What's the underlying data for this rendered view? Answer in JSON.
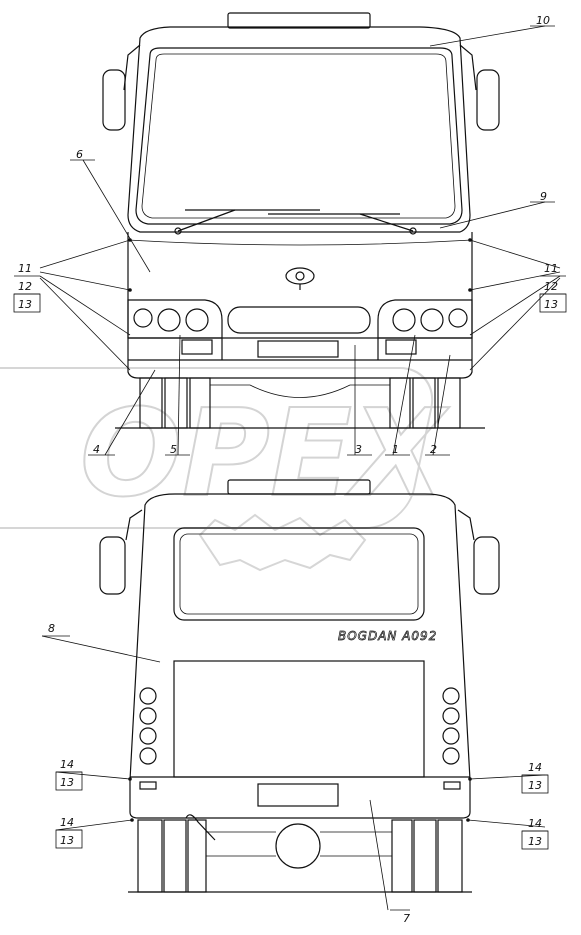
{
  "watermark": {
    "text": "OPEX"
  },
  "brand_text": "BOGDAN A092",
  "front_view": {
    "callouts": [
      {
        "id": "c1",
        "label": "1"
      },
      {
        "id": "c2",
        "label": "2"
      },
      {
        "id": "c3",
        "label": "3"
      },
      {
        "id": "c4",
        "label": "4"
      },
      {
        "id": "c5",
        "label": "5"
      },
      {
        "id": "c6",
        "label": "6"
      },
      {
        "id": "c9",
        "label": "9"
      },
      {
        "id": "c10",
        "label": "10"
      }
    ],
    "left_stack": [
      "11",
      "12",
      "13"
    ],
    "right_stack": [
      "11",
      "12",
      "13"
    ]
  },
  "rear_view": {
    "callouts": [
      {
        "id": "c7",
        "label": "7"
      },
      {
        "id": "c8",
        "label": "8"
      }
    ],
    "left_pairs": [
      [
        "14",
        "13"
      ],
      [
        "14",
        "13"
      ]
    ],
    "right_pairs": [
      [
        "14",
        "13"
      ],
      [
        "14",
        "13"
      ]
    ]
  }
}
